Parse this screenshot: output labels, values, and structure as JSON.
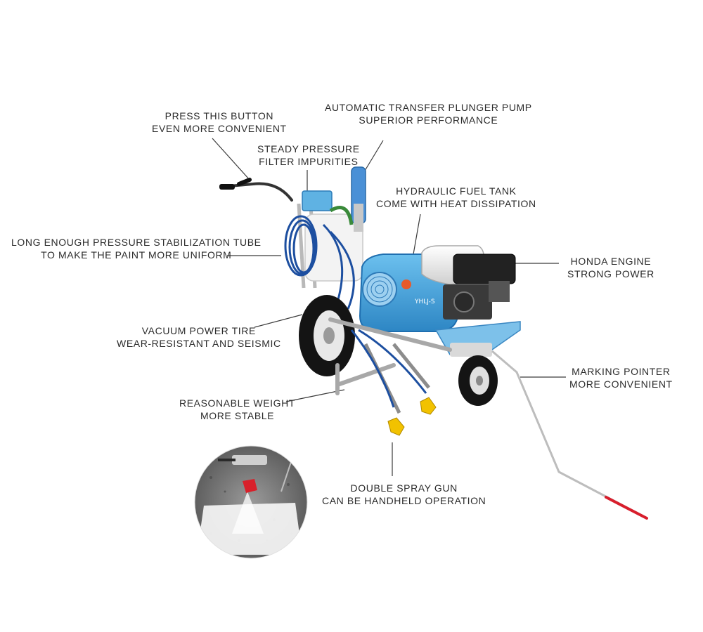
{
  "callouts": {
    "press_button": {
      "line1": "PRESS THIS BUTTON",
      "line2": "EVEN MORE CONVENIENT"
    },
    "plunger_pump": {
      "line1": "AUTOMATIC TRANSFER PLUNGER PUMP",
      "line2": "SUPERIOR PERFORMANCE"
    },
    "steady_pressure": {
      "line1": "STEADY PRESSURE",
      "line2": "FILTER IMPURITIES"
    },
    "fuel_tank": {
      "line1": "HYDRAULIC FUEL TANK",
      "line2": "COME WITH HEAT DISSIPATION"
    },
    "pressure_tube": {
      "line1": "LONG ENOUGH PRESSURE STABILIZATION TUBE",
      "line2": "TO MAKE THE PAINT MORE UNIFORM"
    },
    "honda_engine": {
      "line1": "HONDA ENGINE",
      "line2": "STRONG POWER"
    },
    "vacuum_tire": {
      "line1": "VACUUM POWER TIRE",
      "line2": "WEAR-RESISTANT AND SEISMIC"
    },
    "marking_pointer": {
      "line1": "MARKING POINTER",
      "line2": "MORE CONVENIENT"
    },
    "weight": {
      "line1": "REASONABLE WEIGHT",
      "line2": "MORE STABLE"
    },
    "spray_gun": {
      "line1": "DOUBLE SPRAY GUN",
      "line2": "CAN BE HANDHELD OPERATION"
    }
  },
  "machine": {
    "model_text": "YHLJ-S"
  },
  "colors": {
    "body_blue": "#4aa3d9",
    "dark_blue": "#1f6fb0",
    "engine_white": "#eeeeee",
    "engine_black": "#222222",
    "nozzle_yellow": "#f2c200",
    "pointer_red": "#d81e2c",
    "leader_line": "#3a3a3a",
    "label_text": "#2b2b2b"
  }
}
